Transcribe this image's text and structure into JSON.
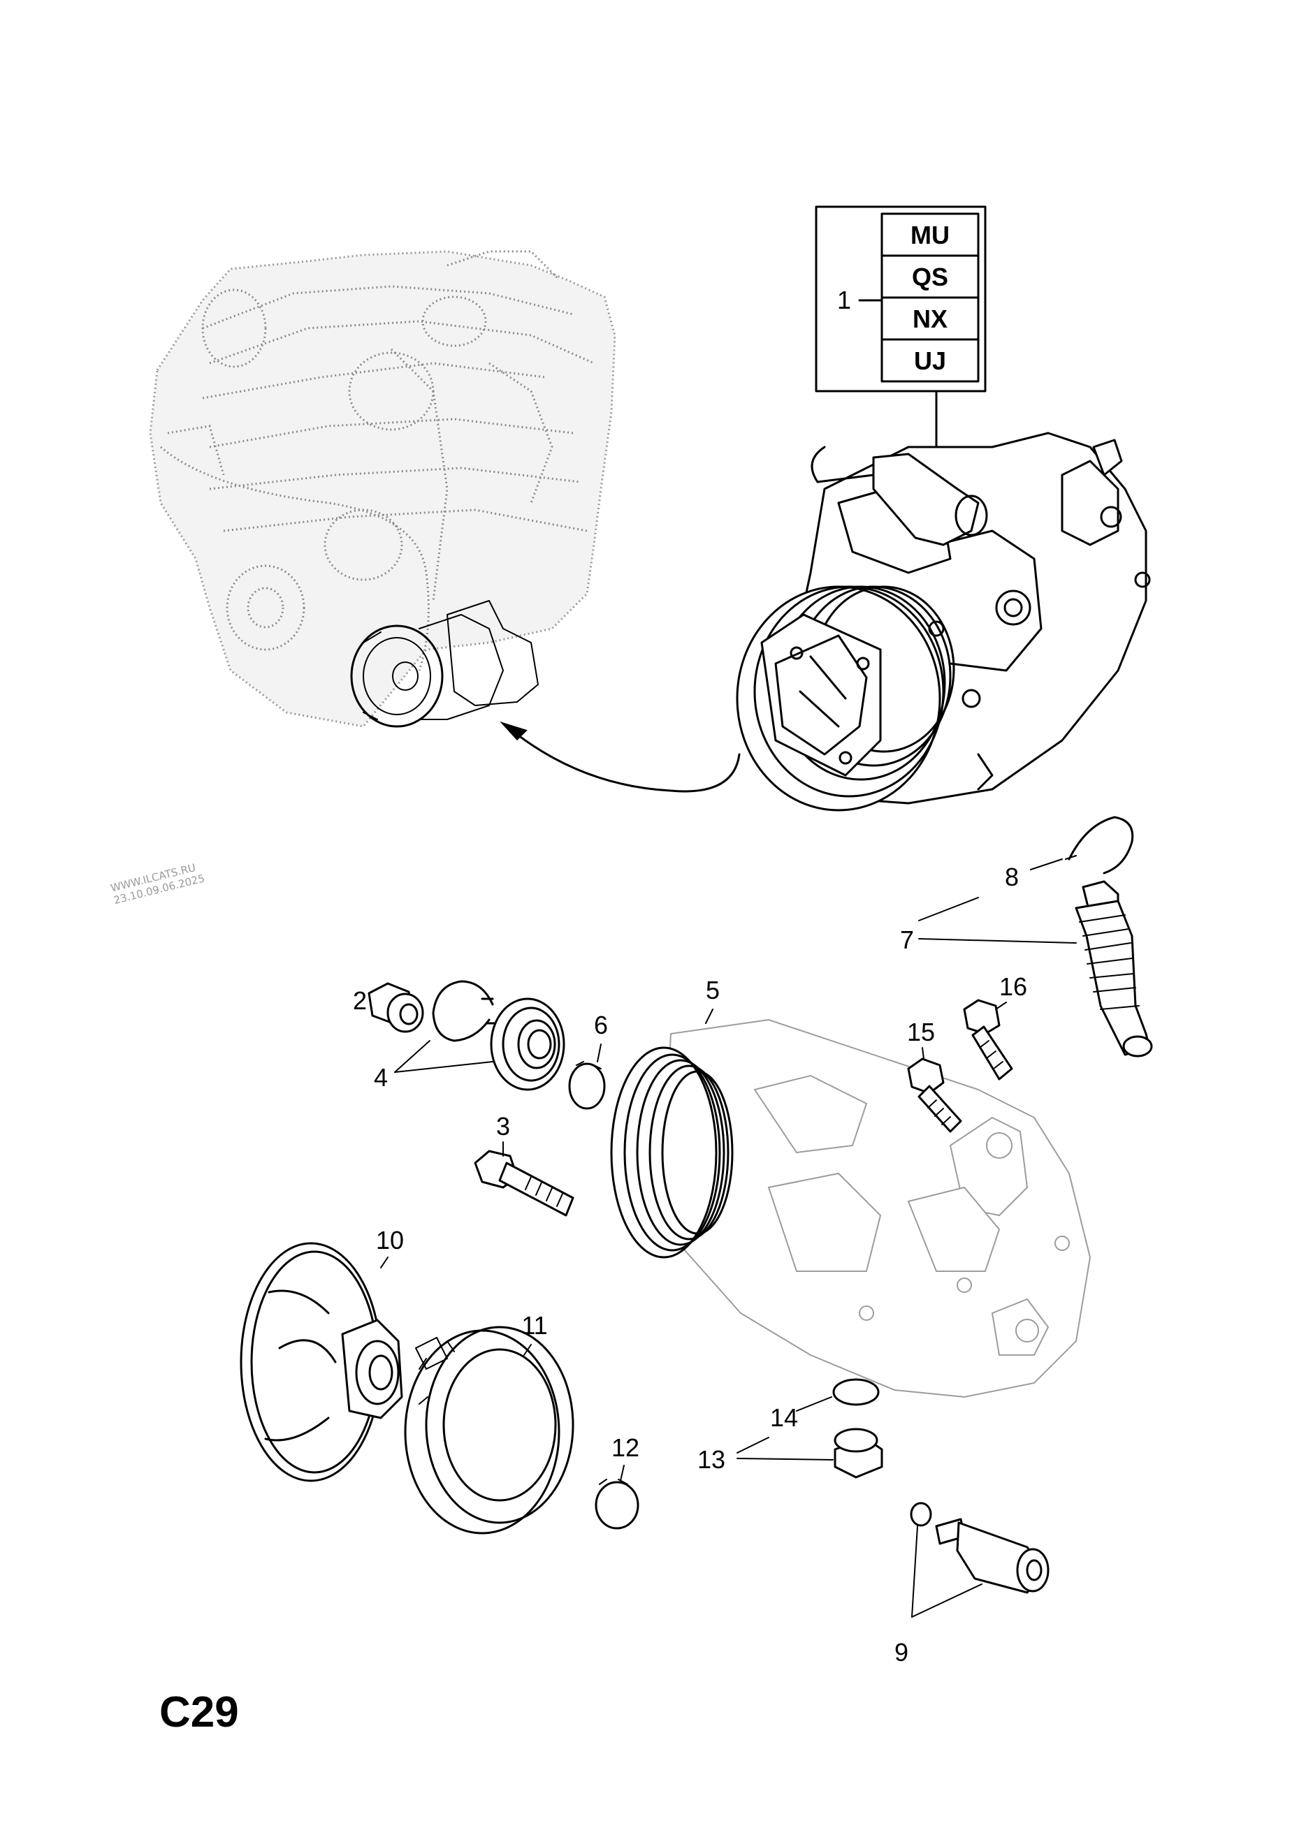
{
  "watermark": {
    "line1": "WWW.ILCATS.RU",
    "line2": "23.10.09.06.2025"
  },
  "page_code": "C29",
  "variant_table": {
    "codes": [
      "MU",
      "QS",
      "NX",
      "UJ"
    ]
  },
  "callouts": {
    "c1": "1",
    "c2": "2",
    "c3": "3",
    "c4": "4",
    "c5": "5",
    "c6": "6",
    "c7": "7",
    "c8": "8",
    "c9": "9",
    "c10": "10",
    "c11": "11",
    "c12": "12",
    "c13": "13",
    "c14": "14",
    "c15": "15",
    "c16": "16"
  }
}
